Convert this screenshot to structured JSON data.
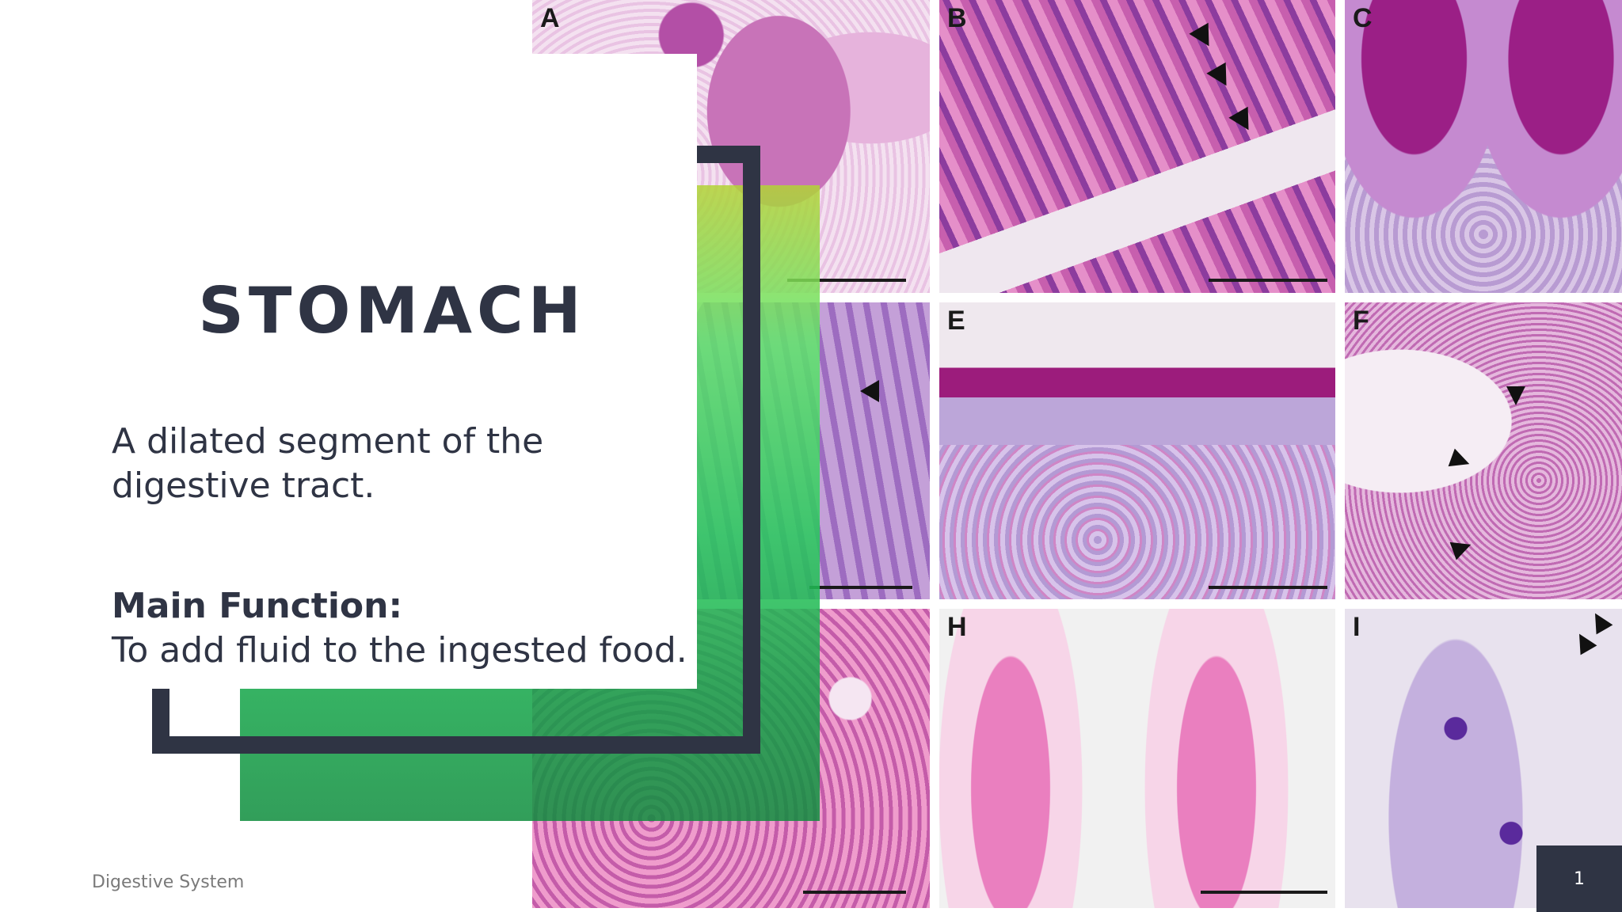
{
  "slide": {
    "title": "STOMACH",
    "description": "A dilated segment of the digestive tract.",
    "function_label": "Main Function:",
    "function_text": "To add fluid to the ingested food.",
    "footer": "Digestive System",
    "page_number": "1"
  },
  "figure": {
    "panel_labels": [
      "A",
      "B",
      "C",
      "E",
      "F",
      "H",
      "I"
    ]
  },
  "colors": {
    "dark": "#2f3444",
    "green_top": "#b3d335",
    "green_bottom": "#0e8d3d"
  }
}
